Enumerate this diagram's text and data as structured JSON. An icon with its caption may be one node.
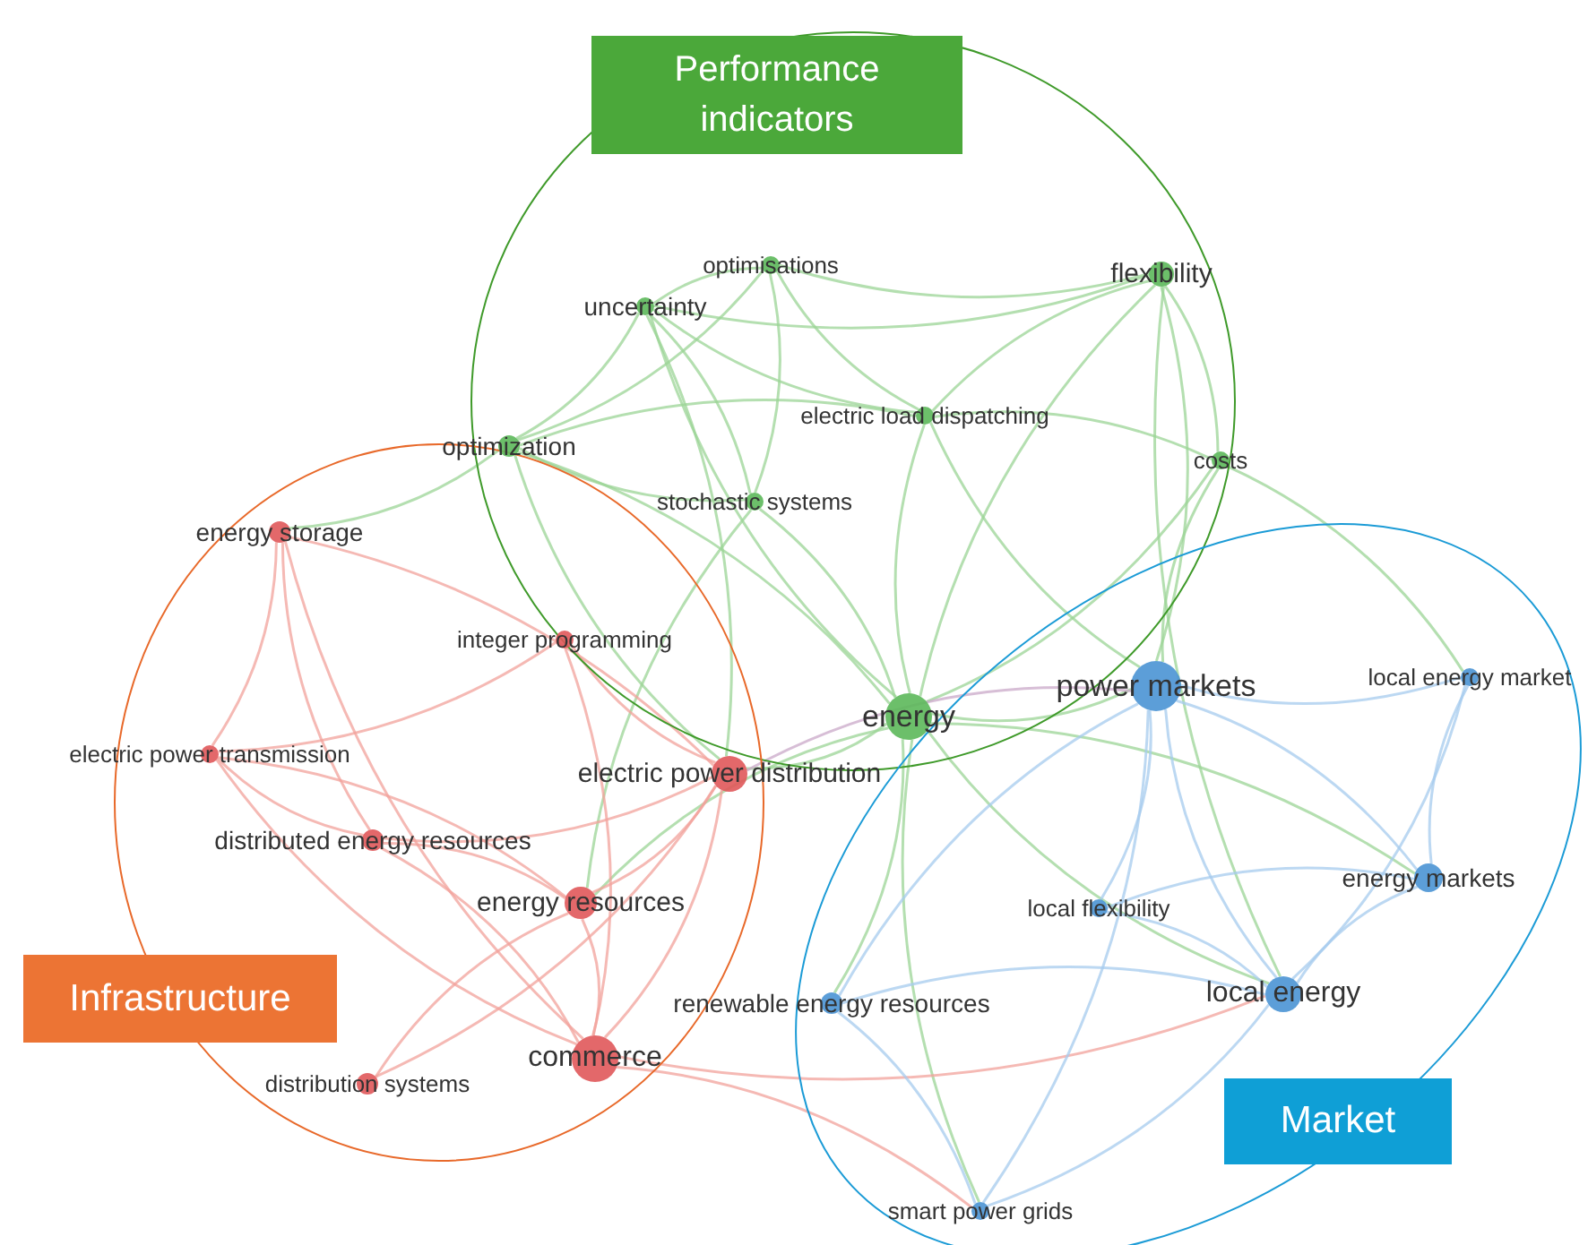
{
  "diagram": {
    "nodes": [
      {
        "text": [
          "Performance indicators"
        ]
      },
      {
        "text": [
          "Infrastructure"
        ]
      },
      {
        "text": [
          "Market"
        ]
      },
      {
        "text": [
          "optimisations"
        ]
      },
      {
        "text": [
          "uncertainty"
        ]
      },
      {
        "text": [
          "flexibility"
        ]
      },
      {
        "text": [
          "optimization"
        ]
      },
      {
        "text": [
          "electric load dispatching"
        ]
      },
      {
        "text": [
          "costs"
        ]
      },
      {
        "text": [
          "stochastic systems"
        ]
      },
      {
        "text": [
          "energy storage"
        ]
      },
      {
        "text": [
          "integer programming"
        ]
      },
      {
        "text": [
          "energy"
        ]
      },
      {
        "text": [
          "power markets"
        ]
      },
      {
        "text": [
          "local energy market"
        ]
      },
      {
        "text": [
          "electric power transmission"
        ]
      },
      {
        "text": [
          "electric power distribution"
        ]
      },
      {
        "text": [
          "distributed energy resources"
        ]
      },
      {
        "text": [
          "energy resources"
        ]
      },
      {
        "text": [
          "local flexibility"
        ]
      },
      {
        "text": [
          "energy markets"
        ]
      },
      {
        "text": [
          "renewable energy resources"
        ]
      },
      {
        "text": [
          "local energy"
        ]
      },
      {
        "text": [
          "commerce"
        ]
      },
      {
        "text": [
          "distribution systems"
        ]
      },
      {
        "text": [
          "smart power grids"
        ]
      }
    ],
    "edges": [
      {
        "from": 4,
        "to": 3,
        "arrow": "none"
      },
      {
        "from": 4,
        "to": 5,
        "arrow": "none"
      },
      {
        "from": 4,
        "to": 6,
        "arrow": "none"
      },
      {
        "from": 4,
        "to": 7,
        "arrow": "none"
      },
      {
        "from": 4,
        "to": 9,
        "arrow": "none"
      },
      {
        "from": 4,
        "to": 12,
        "arrow": "none"
      },
      {
        "from": 4,
        "to": 16,
        "arrow": "none"
      },
      {
        "from": 3,
        "to": 5,
        "arrow": "none"
      },
      {
        "from": 3,
        "to": 6,
        "arrow": "none"
      },
      {
        "from": 3,
        "to": 7,
        "arrow": "none"
      },
      {
        "from": 3,
        "to": 9,
        "arrow": "none"
      },
      {
        "from": 5,
        "to": 7,
        "arrow": "none"
      },
      {
        "from": 5,
        "to": 8,
        "arrow": "none"
      },
      {
        "from": 5,
        "to": 12,
        "arrow": "none"
      },
      {
        "from": 5,
        "to": 13,
        "arrow": "none"
      },
      {
        "from": 5,
        "to": 22,
        "arrow": "none"
      },
      {
        "from": 6,
        "to": 7,
        "arrow": "none"
      },
      {
        "from": 6,
        "to": 9,
        "arrow": "none"
      },
      {
        "from": 6,
        "to": 12,
        "arrow": "none"
      },
      {
        "from": 6,
        "to": 16,
        "arrow": "none"
      },
      {
        "from": 6,
        "to": 10,
        "arrow": "none"
      },
      {
        "from": 7,
        "to": 12,
        "arrow": "none"
      },
      {
        "from": 7,
        "to": 8,
        "arrow": "none"
      },
      {
        "from": 7,
        "to": 13,
        "arrow": "none"
      },
      {
        "from": 9,
        "to": 12,
        "arrow": "none"
      },
      {
        "from": 9,
        "to": 18,
        "arrow": "none"
      },
      {
        "from": 8,
        "to": 12,
        "arrow": "none"
      },
      {
        "from": 8,
        "to": 13,
        "arrow": "none"
      },
      {
        "from": 8,
        "to": 14,
        "arrow": "none"
      },
      {
        "from": 12,
        "to": 13,
        "arrow": "none"
      },
      {
        "from": 12,
        "to": 16,
        "arrow": "none"
      },
      {
        "from": 12,
        "to": 18,
        "arrow": "none"
      },
      {
        "from": 12,
        "to": 20,
        "arrow": "none"
      },
      {
        "from": 12,
        "to": 22,
        "arrow": "none"
      },
      {
        "from": 12,
        "to": 21,
        "arrow": "none"
      },
      {
        "from": 12,
        "to": 25,
        "arrow": "none"
      },
      {
        "from": 10,
        "to": 15,
        "arrow": "none",
        "color": "#f2a29b"
      },
      {
        "from": 10,
        "to": 17,
        "arrow": "none",
        "color": "#f2a29b"
      },
      {
        "from": 10,
        "to": 16,
        "arrow": "none",
        "color": "#f2a29b"
      },
      {
        "from": 10,
        "to": 23,
        "arrow": "none",
        "color": "#f2a29b"
      },
      {
        "from": 11,
        "to": 15,
        "arrow": "none",
        "color": "#f2a29b"
      },
      {
        "from": 11,
        "to": 16,
        "arrow": "none",
        "color": "#f2a29b"
      },
      {
        "from": 11,
        "to": 23,
        "arrow": "none",
        "color": "#f2a29b"
      },
      {
        "from": 15,
        "to": 17,
        "arrow": "none",
        "color": "#f2a29b"
      },
      {
        "from": 15,
        "to": 18,
        "arrow": "none",
        "color": "#f2a29b"
      },
      {
        "from": 15,
        "to": 23,
        "arrow": "none",
        "color": "#f2a29b"
      },
      {
        "from": 17,
        "to": 18,
        "arrow": "none",
        "color": "#f2a29b"
      },
      {
        "from": 17,
        "to": 16,
        "arrow": "none",
        "color": "#f2a29b"
      },
      {
        "from": 17,
        "to": 23,
        "arrow": "none",
        "color": "#f2a29b"
      },
      {
        "from": 18,
        "to": 16,
        "arrow": "none",
        "color": "#f2a29b"
      },
      {
        "from": 18,
        "to": 23,
        "arrow": "none",
        "color": "#f2a29b"
      },
      {
        "from": 24,
        "to": 16,
        "arrow": "none",
        "color": "#f2a29b"
      },
      {
        "from": 24,
        "to": 18,
        "arrow": "none",
        "color": "#f2a29b"
      },
      {
        "from": 23,
        "to": 16,
        "arrow": "none",
        "color": "#f2a29b"
      },
      {
        "from": 23,
        "to": 25,
        "arrow": "none",
        "color": "#f2a29b"
      },
      {
        "from": 23,
        "to": 22,
        "arrow": "none",
        "color": "#f2a29b"
      },
      {
        "from": 16,
        "to": 13,
        "arrow": "none",
        "color": "#c9a8c8"
      },
      {
        "from": 13,
        "to": 14,
        "arrow": "none",
        "color": "#a6cbee"
      },
      {
        "from": 13,
        "to": 20,
        "arrow": "none",
        "color": "#a6cbee"
      },
      {
        "from": 13,
        "to": 22,
        "arrow": "none",
        "color": "#a6cbee"
      },
      {
        "from": 13,
        "to": 19,
        "arrow": "none",
        "color": "#a6cbee"
      },
      {
        "from": 13,
        "to": 21,
        "arrow": "none",
        "color": "#a6cbee"
      },
      {
        "from": 13,
        "to": 25,
        "arrow": "none",
        "color": "#a6cbee"
      },
      {
        "from": 14,
        "to": 20,
        "arrow": "none",
        "color": "#a6cbee"
      },
      {
        "from": 14,
        "to": 22,
        "arrow": "none",
        "color": "#a6cbee"
      },
      {
        "from": 20,
        "to": 22,
        "arrow": "none",
        "color": "#a6cbee"
      },
      {
        "from": 19,
        "to": 22,
        "arrow": "none",
        "color": "#a6cbee"
      },
      {
        "from": 20,
        "to": 19,
        "arrow": "none",
        "color": "#a6cbee"
      },
      {
        "from": 22,
        "to": 25,
        "arrow": "none",
        "color": "#a6cbee"
      },
      {
        "from": 22,
        "to": 21,
        "arrow": "none",
        "color": "#a6cbee"
      },
      {
        "from": 21,
        "to": 25,
        "arrow": "none",
        "color": "#a6cbee"
      }
    ]
  }
}
